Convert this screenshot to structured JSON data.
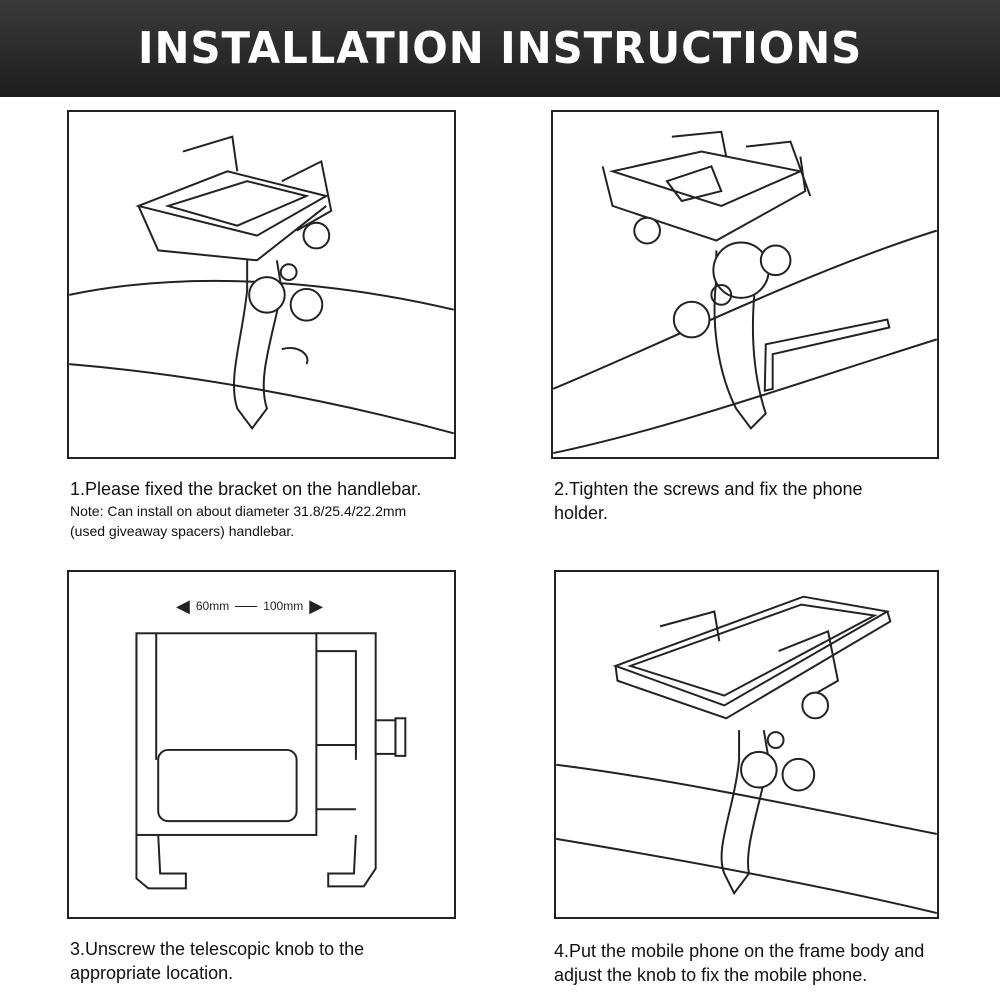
{
  "header": {
    "title": "INSTALLATION INSTRUCTIONS"
  },
  "steps": [
    {
      "caption": "1.Please fixed the bracket on the handlebar.",
      "note_line1": "Note: Can install on about diameter 31.8/25.4/22.2mm",
      "note_line2": "(used giveaway spacers) handlebar."
    },
    {
      "caption_line1": "2.Tighten the screws and fix the phone",
      "caption_line2": "holder."
    },
    {
      "caption_line1": "3.Unscrew the telescopic knob to the",
      "caption_line2": "appropriate location.",
      "dimension_min": "60mm",
      "dimension_max": "100mm"
    },
    {
      "caption_line1": "4.Put the mobile phone on the frame body and",
      "caption_line2": "adjust the knob to fix the mobile phone."
    }
  ]
}
